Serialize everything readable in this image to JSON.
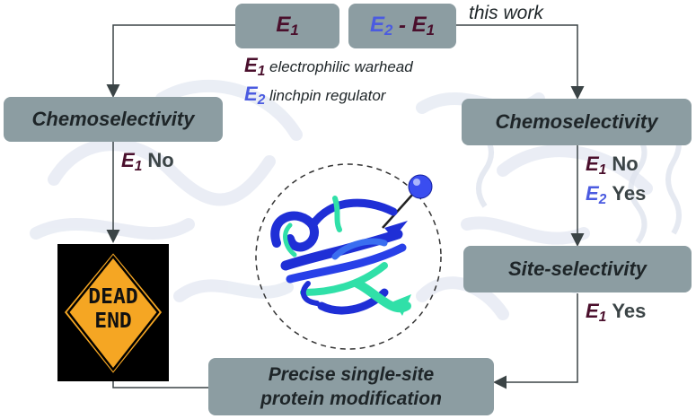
{
  "top": {
    "e1_box": {
      "letter": "E",
      "sub": "1"
    },
    "e2e1_box": {
      "e2_letter": "E",
      "e2_sub": "2",
      "dash": " - ",
      "e1_letter": "E",
      "e1_sub": "1"
    },
    "this_work": "this work"
  },
  "legend": {
    "e1_letter": "E",
    "e1_sub": "1",
    "e1_text": "electrophilic warhead",
    "e2_letter": "E",
    "e2_sub": "2",
    "e2_text": "linchpin regulator"
  },
  "left": {
    "chemoselectivity": "Chemoselectivity",
    "result": {
      "letter": "E",
      "sub": "1",
      "text": "No"
    },
    "sign": {
      "line1": "DEAD",
      "line2": "END"
    }
  },
  "right": {
    "chemoselectivity": "Chemoselectivity",
    "result1": {
      "letter": "E",
      "sub": "1",
      "text": "No"
    },
    "result2": {
      "letter": "E",
      "sub": "2",
      "text": "Yes"
    },
    "site_selectivity": "Site-selectivity",
    "result3": {
      "letter": "E",
      "sub": "1",
      "text": "Yes"
    }
  },
  "bottom": {
    "line1": "Precise single-site",
    "line2": "protein modification"
  },
  "colors": {
    "box": "#8c9da2",
    "e1": "#4a0f2c",
    "e2": "#4b5be0",
    "sign": "#f5a623",
    "protein_blue": "#1f2fd6",
    "protein_cyan": "#30e0a8"
  }
}
